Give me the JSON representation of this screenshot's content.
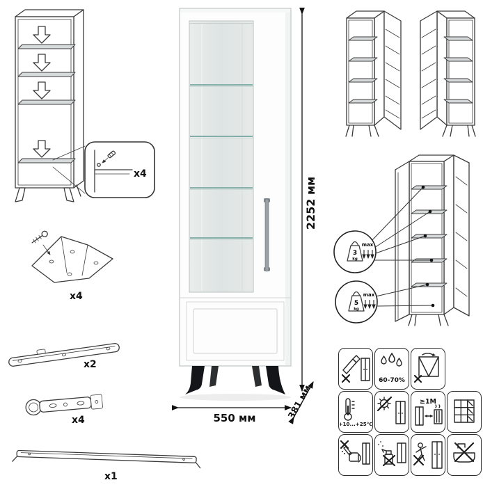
{
  "diagram": {
    "parts": {
      "shelf_pin_qty": "x4",
      "leg_bracket_qty": "x4",
      "rail_qty": "x2",
      "hinge_qty": "x4",
      "handle_qty": "x1"
    },
    "dimensions": {
      "height": "2252 мм",
      "width": "550 мм",
      "depth": "381 мм"
    },
    "load_limits": {
      "glass_shelf_value": "3",
      "glass_shelf_unit": "kg",
      "glass_shelf_max": "max",
      "bottom_shelf_value": "5",
      "bottom_shelf_unit": "kg",
      "bottom_shelf_max": "max"
    },
    "care": {
      "humidity": "60-70%",
      "temperature": "+10...+25°C",
      "min_distance": "≥1M"
    }
  }
}
